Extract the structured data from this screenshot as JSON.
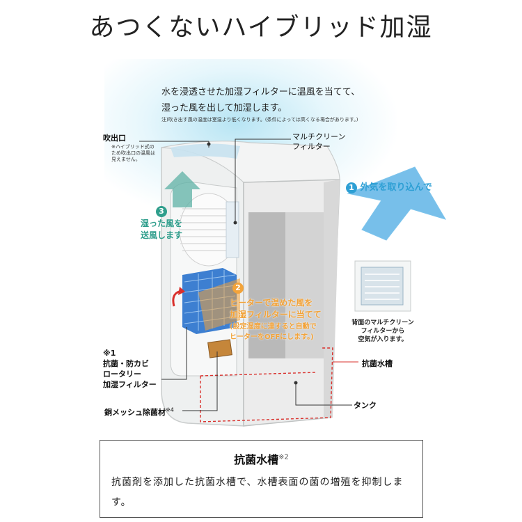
{
  "title": "あつくないハイブリッド加湿",
  "intro": {
    "line1": "水を浸透させた加湿フィルターに温風を当てて、",
    "line2": "湿った風を出して加湿します。",
    "note": "注)吹き出す風の温度は室温より低くなります。(条件によっては高くなる場合があります。)"
  },
  "labels": {
    "outlet": "吹出口",
    "outlet_note": [
      "※ハイブリッド式の",
      "ため吹出口の温風は",
      "見えません。"
    ],
    "multi_filter": [
      "マルチクリーン",
      "フィルター"
    ],
    "back_filter": [
      "背面のマルチクリーン",
      "フィルターから",
      "空気が入ります。"
    ],
    "antibac_tank": "抗菌水槽",
    "tank": "タンク",
    "rotary_ref": "※1",
    "rotary": [
      "抗菌・防カビ",
      "ロータリー",
      "加湿フィルター"
    ],
    "copper": "銅メッシュ除菌材",
    "copper_ref": "※4"
  },
  "steps": [
    {
      "num": "1",
      "text": "外気を取り込んで"
    },
    {
      "num": "2",
      "lines": [
        "ヒーターで温めた風を",
        "加湿フィルターに当てて"
      ],
      "sub": [
        "(設定湿度に達すると自動で",
        "ヒーターをOFFにします。)"
      ]
    },
    {
      "num": "3",
      "lines": [
        "湿った風を",
        "送風します"
      ]
    }
  ],
  "colors": {
    "teal": "#2f9e8c",
    "blue": "#2d9fd4",
    "orange": "#f2a33a",
    "red_dash": "#d9302c"
  },
  "box": {
    "title": "抗菌水槽",
    "title_ref": "※2",
    "body": "抗菌剤を添加した抗菌水槽で、水槽表面の菌の増殖を抑制します。"
  }
}
